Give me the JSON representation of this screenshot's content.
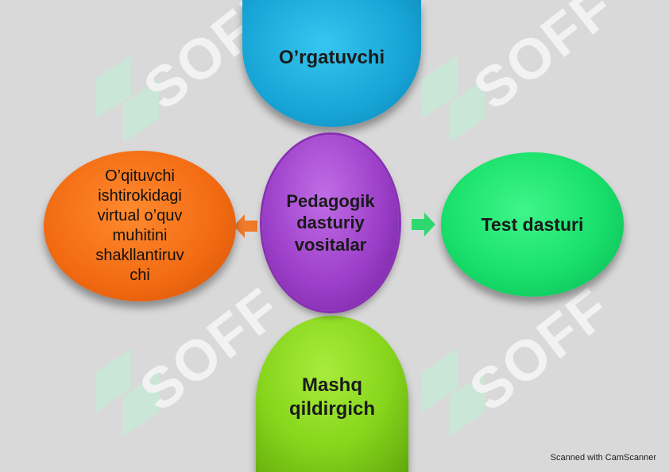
{
  "diagram": {
    "top_node": {
      "label": "O’rgatuvchi",
      "color": "#17a4d6"
    },
    "center_node": {
      "label": "Pedagogik\ndasturiy\nvositalar",
      "color": "#9c3fc9"
    },
    "left_node": {
      "label": "O’qituvchi\nishtirokidagi\nvirtual o’quv\nmuhitini\nshakllantiruv\nchi",
      "color": "#f26a12"
    },
    "right_node": {
      "label": "Test dasturi",
      "color": "#18e06a"
    },
    "bottom_node": {
      "label": "Mashq\nqildirgich",
      "color": "#86d51c"
    }
  },
  "watermark": {
    "text": "SOFF"
  },
  "footer": {
    "scanner_note": "Scanned with CamScanner"
  }
}
